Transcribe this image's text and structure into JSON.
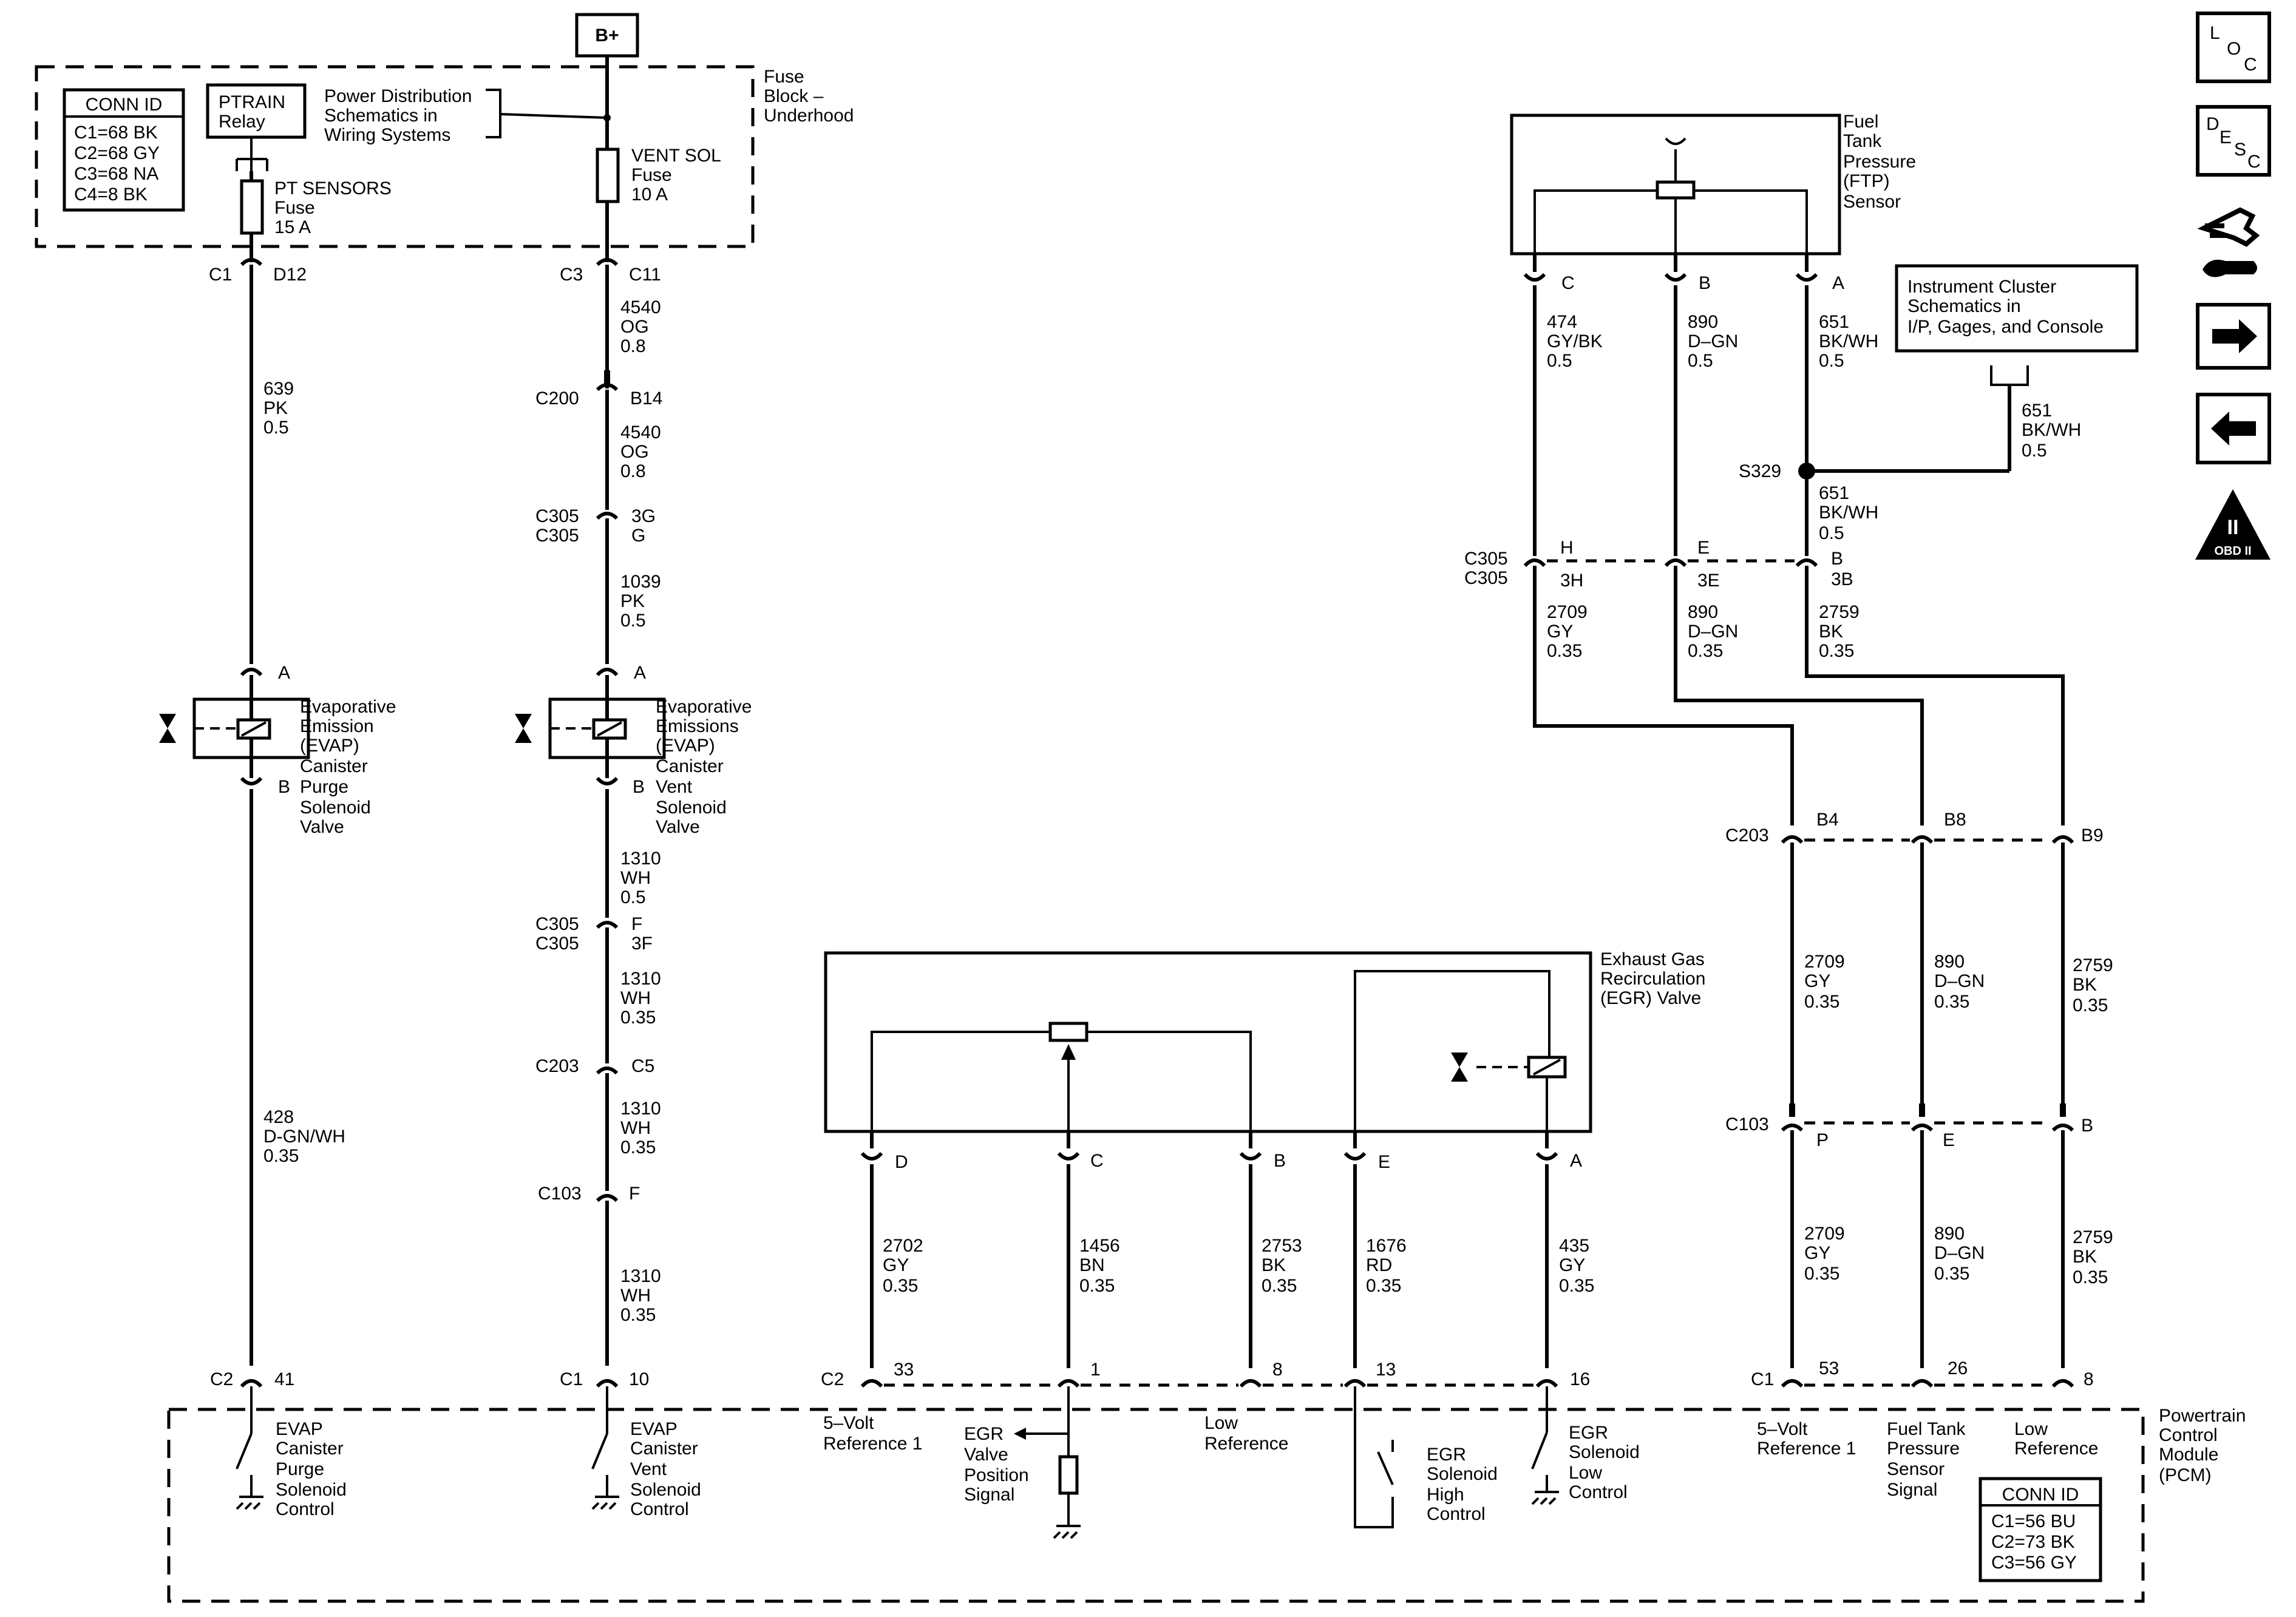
{
  "top": {
    "battery": "B+",
    "fuse_block_label": [
      "Fuse",
      "Block –",
      "Underhood"
    ],
    "conn_id_title": "CONN ID",
    "conn_id_rows": [
      "C1=68 BK",
      "C2=68 GY",
      "C3=68 NA",
      "C4=8 BK"
    ],
    "ptrain_relay": [
      "PTRAIN",
      "Relay"
    ],
    "power_dist_ref": [
      "Power Distribution",
      "Schematics in",
      "Wiring Systems"
    ],
    "pt_sensors_fuse": [
      "PT SENSORS",
      "Fuse",
      "15 A"
    ],
    "vent_sol_fuse": [
      "VENT SOL",
      "Fuse",
      "10 A"
    ]
  },
  "left_circuits": {
    "c1": "C1",
    "d12": "D12",
    "c3": "C3",
    "c11": "C11",
    "w639": [
      "639",
      "PK",
      "0.5"
    ],
    "w4540a": [
      "4540",
      "OG",
      "0.8"
    ],
    "c200": "C200",
    "b14": "B14",
    "w4540b": [
      "4540",
      "OG",
      "0.8"
    ],
    "c305a": [
      "C305",
      "C305"
    ],
    "c305a_pins": [
      "3G",
      "G"
    ],
    "w1039": [
      "1039",
      "PK",
      "0.5"
    ],
    "purge_a": "A",
    "purge_b": "B",
    "purge_label": [
      "Evaporative",
      "Emission",
      "(EVAP)",
      "Canister",
      "Purge",
      "Solenoid",
      "Valve"
    ],
    "vent_a": "A",
    "vent_b": "B",
    "vent_label": [
      "Evaporative",
      "Emissions",
      "(EVAP)",
      "Canister",
      "Vent",
      "Solenoid",
      "Valve"
    ],
    "w1310a": [
      "1310",
      "WH",
      "0.5"
    ],
    "c305b": [
      "C305",
      "C305"
    ],
    "c305b_pins": [
      "F",
      "3F"
    ],
    "w1310b": [
      "1310",
      "WH",
      "0.35"
    ],
    "c203": "C203",
    "c5": "C5",
    "w1310c": [
      "1310",
      "WH",
      "0.35"
    ],
    "c103": "C103",
    "f": "F",
    "w1310d": [
      "1310",
      "WH",
      "0.35"
    ],
    "w428": [
      "428",
      "D-GN/WH",
      "0.35"
    ]
  },
  "ftp": {
    "label": [
      "Fuel",
      "Tank",
      "Pressure",
      "(FTP)",
      "Sensor"
    ],
    "pins": [
      "C",
      "B",
      "A"
    ],
    "w474": [
      "474",
      "GY/BK",
      "0.5"
    ],
    "w890a": [
      "890",
      "D–GN",
      "0.5"
    ],
    "w651a": [
      "651",
      "BK/WH",
      "0.5"
    ],
    "ic_ref": [
      "Instrument Cluster",
      "Schematics in",
      "I/P, Gages, and Console"
    ],
    "w651b": [
      "651",
      "BK/WH",
      "0.5"
    ],
    "s329": "S329",
    "w651c": [
      "651",
      "BK/WH",
      "0.5"
    ],
    "c305": [
      "C305",
      "C305"
    ],
    "c305_pins_top": [
      "H",
      "E",
      "B"
    ],
    "c305_pins_bot": [
      "3H",
      "3E",
      "3B"
    ],
    "w2709a": [
      "2709",
      "GY",
      "0.35"
    ],
    "w890b": [
      "890",
      "D–GN",
      "0.35"
    ],
    "w2759a": [
      "2759",
      "BK",
      "0.35"
    ],
    "c203": "C203",
    "c203_pins": [
      "B4",
      "B8",
      "B9"
    ],
    "w2709b": [
      "2709",
      "GY",
      "0.35"
    ],
    "w890c": [
      "890",
      "D–GN",
      "0.35"
    ],
    "w2759b": [
      "2759",
      "BK",
      "0.35"
    ],
    "c103": "C103",
    "c103_pins": [
      "P",
      "E",
      "B"
    ],
    "w2709c": [
      "2709",
      "GY",
      "0.35"
    ],
    "w890d": [
      "890",
      "D–GN",
      "0.35"
    ],
    "w2759c": [
      "2759",
      "BK",
      "0.35"
    ]
  },
  "egr": {
    "label": [
      "Exhaust Gas",
      "Recirculation",
      "(EGR) Valve"
    ],
    "pins": [
      "D",
      "C",
      "B",
      "E",
      "A"
    ],
    "w2702": [
      "2702",
      "GY",
      "0.35"
    ],
    "w1456": [
      "1456",
      "BN",
      "0.35"
    ],
    "w2753": [
      "2753",
      "BK",
      "0.35"
    ],
    "w1676": [
      "1676",
      "RD",
      "0.35"
    ],
    "w435": [
      "435",
      "GY",
      "0.35"
    ]
  },
  "pcm": {
    "label": [
      "Powertrain",
      "Control",
      "Module",
      "(PCM)"
    ],
    "conn_id_title": "CONN ID",
    "conn_id_rows": [
      "C1=56 BU",
      "C2=73 BK",
      "C3=56 GY"
    ],
    "pins": {
      "c2_41": [
        "C2",
        "41"
      ],
      "c1_10": [
        "C1",
        "10"
      ],
      "c2_33": [
        "C2",
        "33"
      ],
      "p1": "1",
      "p8": "8",
      "p13": "13",
      "p16": "16",
      "c1_53": [
        "C1",
        "53"
      ],
      "p26": "26",
      "p8b": "8"
    },
    "evap_purge_ctrl": [
      "EVAP",
      "Canister",
      "Purge",
      "Solenoid",
      "Control"
    ],
    "evap_vent_ctrl": [
      "EVAP",
      "Canister",
      "Vent",
      "Solenoid",
      "Control"
    ],
    "five_volt_ref1": [
      "5–Volt",
      "Reference 1"
    ],
    "egr_pos_signal": [
      "EGR",
      "Valve",
      "Position",
      "Signal"
    ],
    "low_ref1": [
      "Low",
      "Reference"
    ],
    "egr_high": [
      "EGR",
      "Solenoid",
      "High",
      "Control"
    ],
    "egr_low": [
      "EGR",
      "Solenoid",
      "Low",
      "Control"
    ],
    "five_volt_ref2": [
      "5–Volt",
      "Reference 1"
    ],
    "ftp_signal": [
      "Fuel Tank",
      "Pressure",
      "Sensor",
      "Signal"
    ],
    "low_ref2": [
      "Low",
      "Reference"
    ]
  },
  "nav": {
    "loc": [
      "L",
      "O",
      "C"
    ],
    "desc": [
      "D",
      "E",
      "S",
      "C"
    ],
    "obd": "OBD II",
    "obd_mark": "II"
  }
}
